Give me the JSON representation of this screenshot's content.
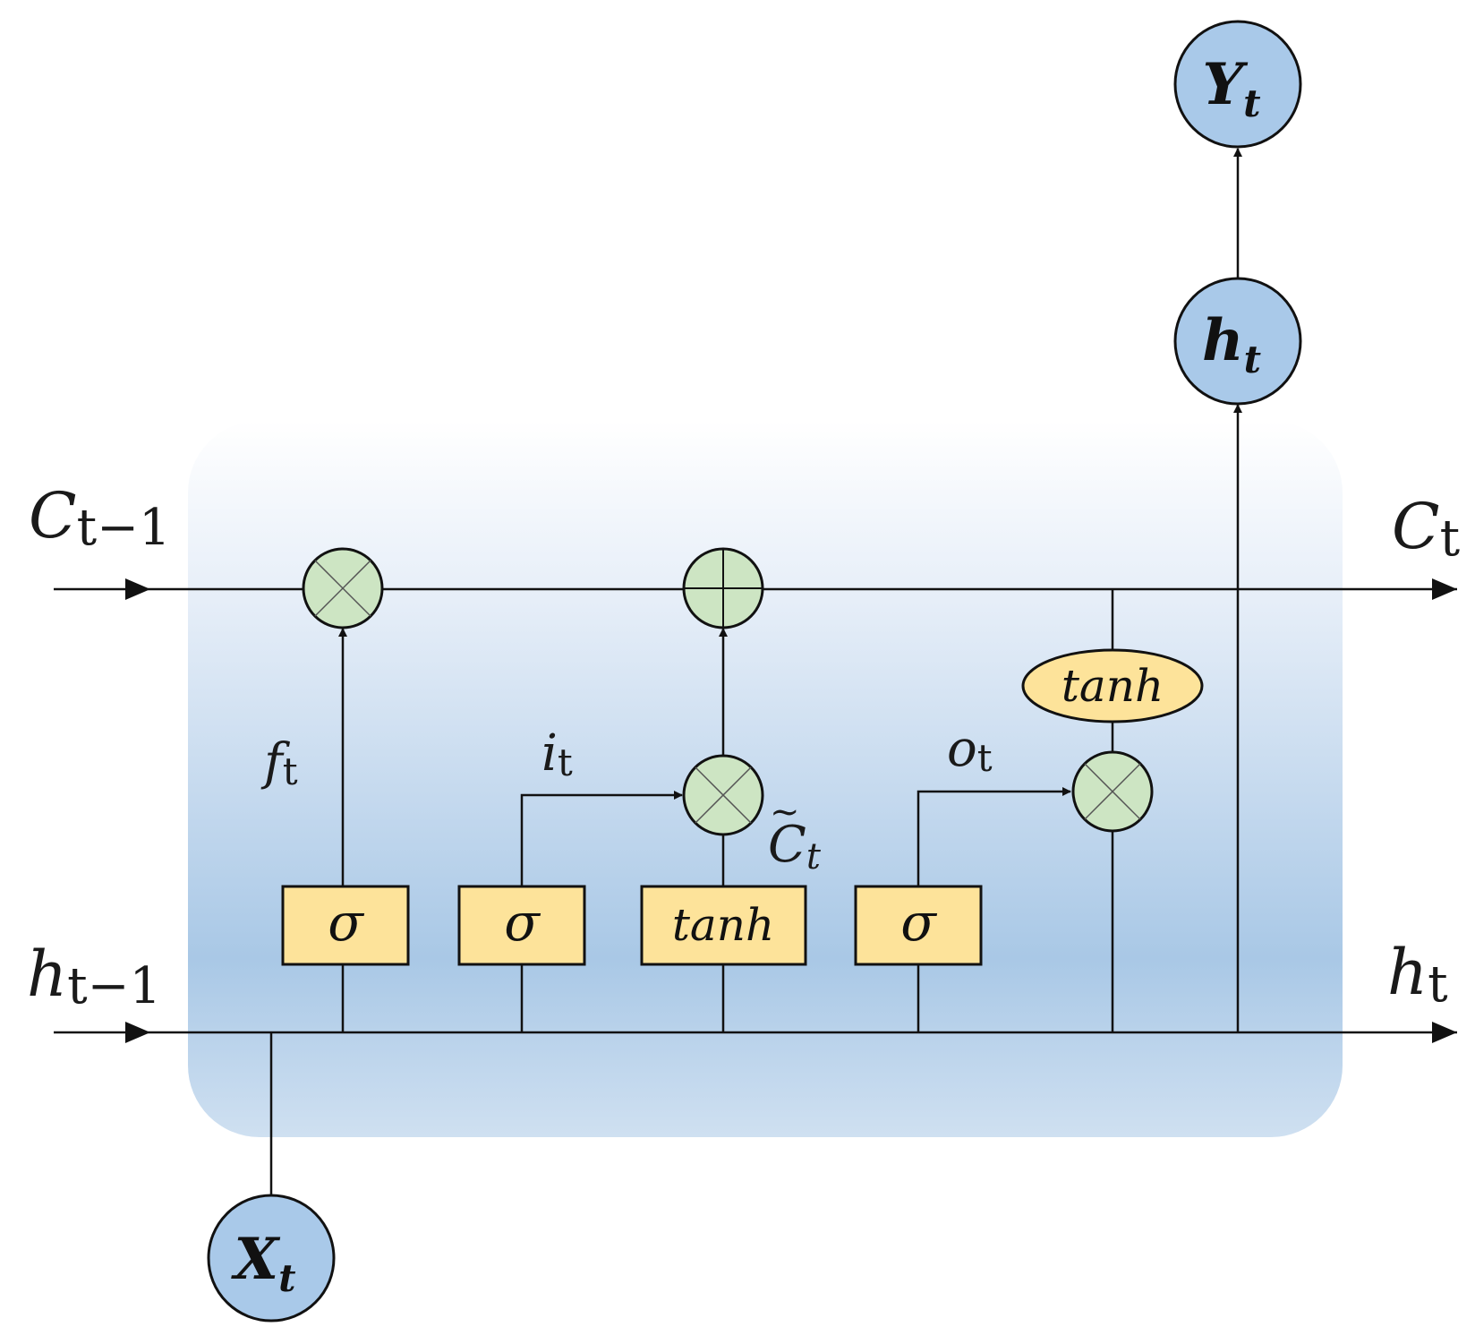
{
  "labels": {
    "cell_in": {
      "main": "C",
      "sub": "t−1"
    },
    "cell_out": {
      "main": "C",
      "sub": "t"
    },
    "hidden_in": {
      "main": "h",
      "sub": "t−1"
    },
    "hidden_out": {
      "main": "h",
      "sub": "t"
    },
    "forget": {
      "main": "f",
      "sub": "t"
    },
    "input": {
      "main": "i",
      "sub": "t"
    },
    "output": {
      "main": "o",
      "sub": "t"
    },
    "candidate": {
      "main": "C",
      "sub": "t",
      "accent": "~"
    }
  },
  "nodes": {
    "x": {
      "main": "X",
      "sub": "t"
    },
    "y": {
      "main": "Y",
      "sub": "t"
    },
    "h": {
      "main": "h",
      "sub": "t"
    }
  },
  "gates": {
    "forget_gate": "σ",
    "input_gate": "σ",
    "candidate_gate": "tanh",
    "output_gate": "σ",
    "cell_tanh": "tanh"
  },
  "colors": {
    "node_fill": "#a9c9e9",
    "op_fill": "#cde5c3",
    "gate_fill": "#fde39a",
    "cell_bg_top": "#ffffff",
    "cell_bg_bottom": "#a9c8e6",
    "line": "#111111"
  }
}
